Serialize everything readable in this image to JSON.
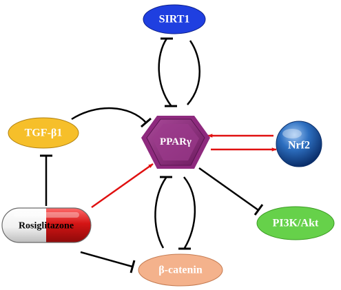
{
  "nodes": {
    "sirt1": {
      "label": "SIRT1",
      "fill": "#1f3fe0",
      "text_color": "#ffffff"
    },
    "pparg": {
      "label": "PPARγ",
      "fill": "#8e2a7e",
      "text_color": "#ffffff"
    },
    "tgfb1": {
      "label": "TGF-β1",
      "fill": "#f6bf2a",
      "text_color": "#ffffff"
    },
    "nrf2": {
      "label": "Nrf2",
      "fill": "#2d6fc0",
      "text_color": "#ffffff"
    },
    "rosiglitazone": {
      "label": "Rosiglitazone",
      "fill_left": "#ffffff",
      "fill_right": "#d41515",
      "text_color": "#000000"
    },
    "pi3k_akt": {
      "label": "PI3K/Akt",
      "fill": "#66d14a",
      "text_color": "#ffffff"
    },
    "beta_catenin": {
      "label": "β-catenin",
      "fill": "#f4b28c",
      "text_color": "#ffffff"
    }
  },
  "edges": [
    {
      "from": "SIRT1",
      "to": "PPARγ",
      "type": "inhibition",
      "color": "#000000"
    },
    {
      "from": "PPARγ",
      "to": "SIRT1",
      "type": "inhibition",
      "color": "#000000"
    },
    {
      "from": "TGF-β1",
      "to": "PPARγ",
      "type": "inhibition",
      "color": "#000000"
    },
    {
      "from": "Nrf2",
      "to": "PPARγ",
      "type": "activation",
      "color": "#e01010"
    },
    {
      "from": "PPARγ",
      "to": "Nrf2",
      "type": "activation",
      "color": "#e01010"
    },
    {
      "from": "Rosiglitazone",
      "to": "PPARγ",
      "type": "activation",
      "color": "#e01010"
    },
    {
      "from": "Rosiglitazone",
      "to": "TGF-β1",
      "type": "inhibition",
      "color": "#000000"
    },
    {
      "from": "Rosiglitazone",
      "to": "β-catenin",
      "type": "inhibition",
      "color": "#000000"
    },
    {
      "from": "PPARγ",
      "to": "PI3K/Akt",
      "type": "inhibition",
      "color": "#000000"
    },
    {
      "from": "PPARγ",
      "to": "β-catenin",
      "type": "inhibition",
      "color": "#000000"
    },
    {
      "from": "β-catenin",
      "to": "PPARγ",
      "type": "inhibition",
      "color": "#000000"
    }
  ]
}
